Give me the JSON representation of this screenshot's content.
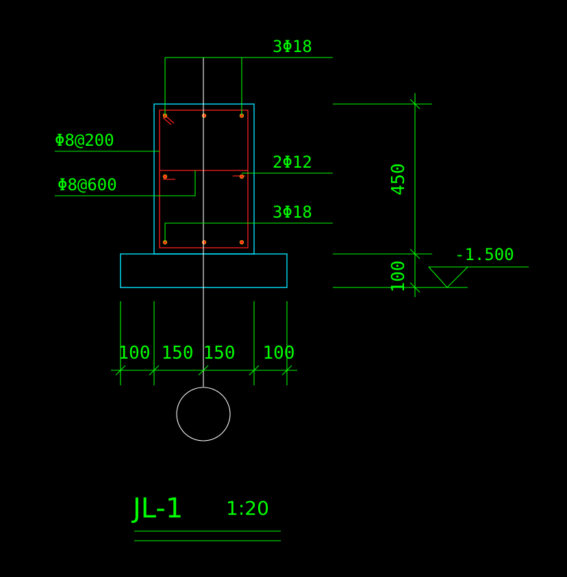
{
  "colors": {
    "background": "#000000",
    "dimension_lines": "#00ff00",
    "concrete_outline": "#00e5ff",
    "rebar": "#ff2020",
    "axis": "#ffffff",
    "text": "#00ff00"
  },
  "labels": {
    "top_bars": "3Φ18",
    "stirrup": "Φ8@200",
    "tie": "Φ8@600",
    "side_bars": "2Φ12",
    "bottom_bars": "3Φ18",
    "elevation": "-1.500"
  },
  "dimensions": {
    "beam_height": "450",
    "bed_thickness": "100",
    "left_ext": "100",
    "left_half": "150",
    "right_half": "150",
    "right_ext": "100"
  },
  "title": {
    "name": "JL-1",
    "scale": "1:20"
  }
}
